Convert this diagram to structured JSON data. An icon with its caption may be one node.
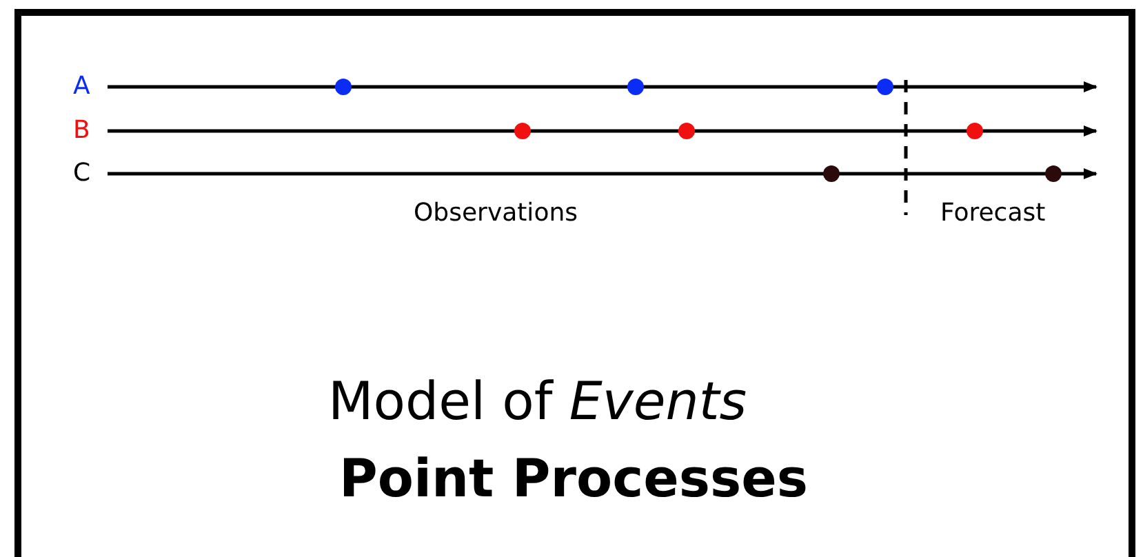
{
  "diagram": {
    "labels": [
      "A",
      "B",
      "C",
      "Observations",
      "Forecast",
      "Model of *Events*",
      "Point Processes"
    ]
  }
}
